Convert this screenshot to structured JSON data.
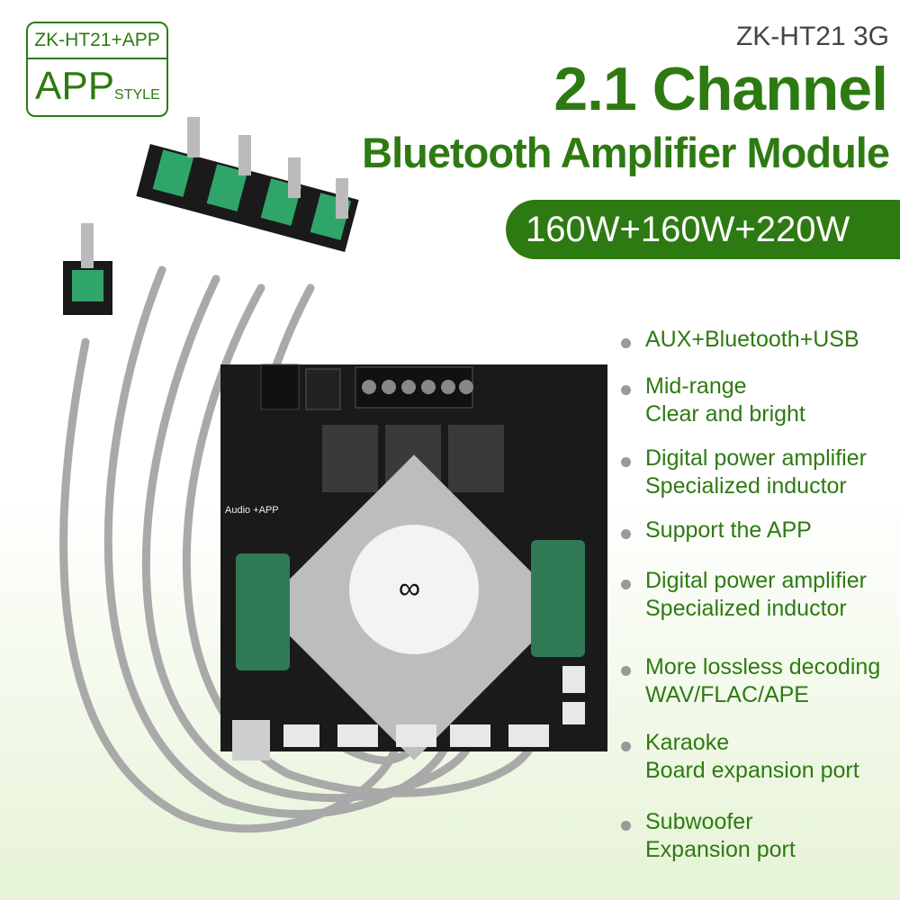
{
  "badge": {
    "top": "ZK-HT21+APP",
    "main": "APP",
    "sub": "STYLE"
  },
  "header": {
    "model": "ZK-HT21 3G",
    "title": "2.1 Channel",
    "subtitle": "Bluetooth Amplifier Module",
    "power": "160W+160W+220W"
  },
  "features": [
    {
      "lines": [
        "AUX+Bluetooth+USB"
      ]
    },
    {
      "lines": [
        "Mid-range",
        "Clear and bright"
      ]
    },
    {
      "lines": [
        "Digital power amplifier",
        "Specialized inductor"
      ]
    },
    {
      "lines": [
        "Support the APP"
      ]
    },
    {
      "lines": [
        "Digital power amplifier",
        "Specialized inductor"
      ]
    },
    {
      "lines": [
        "More lossless decoding",
        "WAV/FLAC/APE"
      ]
    },
    {
      "lines": [
        "Karaoke",
        "Board expansion port"
      ]
    },
    {
      "lines": [
        "Subwoofer",
        "Expansion port"
      ]
    }
  ],
  "board": {
    "label": "Audio +APP"
  },
  "colors": {
    "accent": "#2e7a12",
    "board": "#1a1a1a",
    "cable": "#a9a9a9",
    "capacitor": "#2f7a55"
  }
}
